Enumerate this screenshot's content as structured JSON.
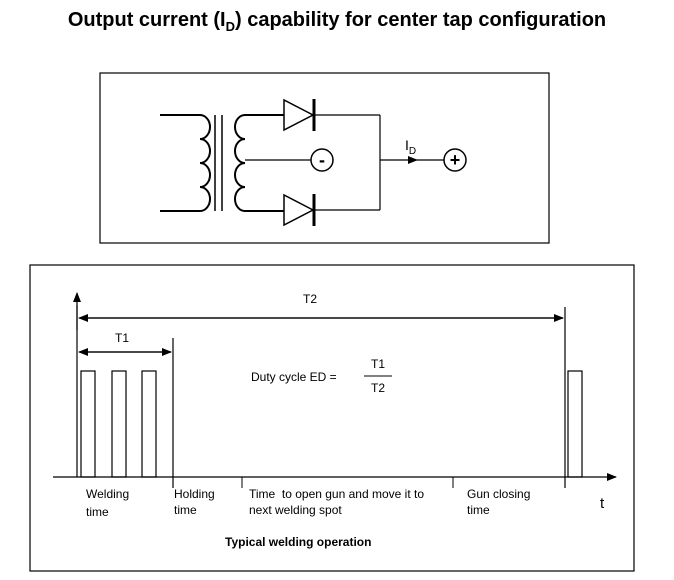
{
  "title": {
    "prefix": "Output current (I",
    "subscript": "D",
    "suffix": ") capability for center tap configuration"
  },
  "circuit": {
    "current_label": "I",
    "current_subscript": "D",
    "negative_terminal": "-",
    "positive_terminal": "+"
  },
  "timing": {
    "period_label": "T2",
    "on_label": "T1",
    "duty_cycle_text": "Duty cycle ED =",
    "fraction_numerator": "T1",
    "fraction_denominator": "T2",
    "time_axis_label": "t",
    "phases": [
      {
        "line1": "Welding",
        "line2": "time"
      },
      {
        "line1": "Holding",
        "line2": "time"
      },
      {
        "line1": "Time  to open gun and move it to",
        "line2": "next welding spot"
      },
      {
        "line1": "Gun closing",
        "line2": "time"
      }
    ],
    "caption": "Typical welding operation"
  }
}
